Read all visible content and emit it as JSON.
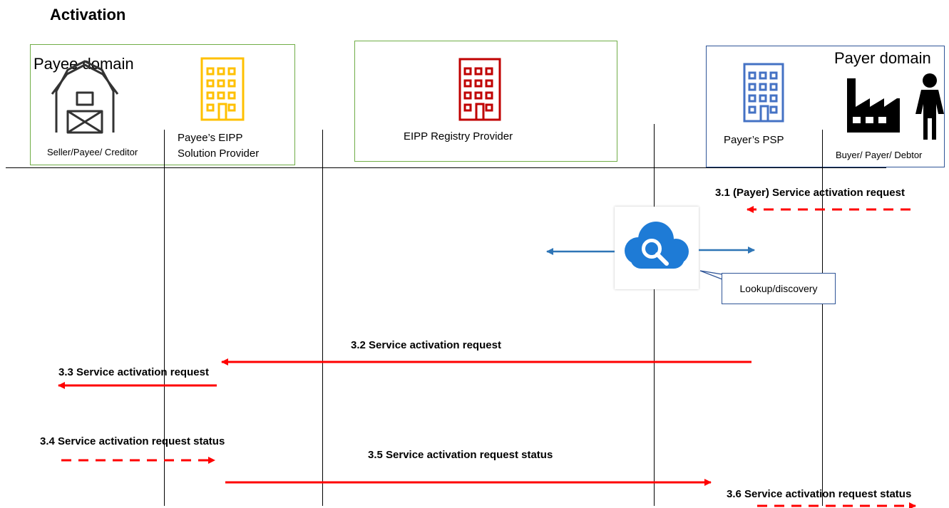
{
  "title": "Activation",
  "payee_domain": {
    "heading": "Payee domain",
    "party_label": "Seller/Payee/ Creditor",
    "provider_label_line1": "Payee’s EIPP",
    "provider_label_line2": "Solution  Provider"
  },
  "registry": {
    "label": "EIPP  Registry  Provider"
  },
  "payer_domain": {
    "heading": "Payer domain",
    "psp_label": "Payer’s PSP",
    "party_label": "Buyer/ Payer/ Debtor"
  },
  "lookup_callout": "Lookup/discovery",
  "messages": {
    "m31": "3.1 (Payer) Service activation request",
    "m32": "3.2 Service activation request",
    "m33": "3.3 Service activation request",
    "m34": "3.4 Service activation request status",
    "m35": "3.5 Service activation request status",
    "m36": "3.6 Service activation request status"
  },
  "colors": {
    "payee_box_border": "#70ad47",
    "registry_box_border": "#70ad47",
    "payer_box_border": "#2f5597",
    "payee_provider_building": "#ffc000",
    "registry_building": "#c00000",
    "payer_psp_building": "#4472c4",
    "arrow_red": "#ff0000",
    "arrow_blue": "#2e75b6",
    "cloud_blue": "#1e7bd6"
  },
  "icons": {
    "barn": "barn-icon",
    "payee_provider": "office-building-icon",
    "registry": "office-building-icon",
    "payer_psp": "office-building-icon",
    "factory": "factory-icon",
    "person": "person-icon",
    "cloud_search": "cloud-search-icon"
  }
}
